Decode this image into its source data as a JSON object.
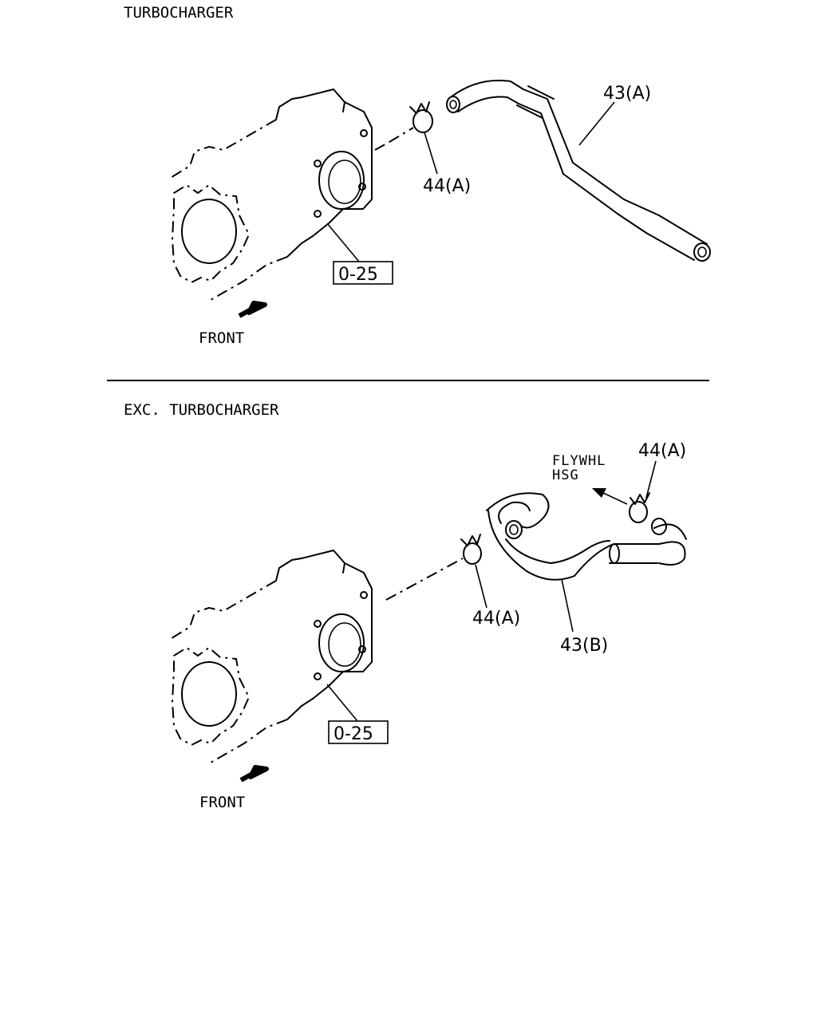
{
  "sections": [
    {
      "title": "TURBOCHARGER",
      "callouts": {
        "hose": "43(A)",
        "clip": "44(A)",
        "ref": "0-25",
        "front": "FRONT"
      }
    },
    {
      "title": "EXC. TURBOCHARGER",
      "callouts": {
        "hose": "43(B)",
        "clip_left": "44(A)",
        "clip_right": "44(A)",
        "ref": "0-25",
        "front": "FRONT",
        "dest_line1": "FLYWHL",
        "dest_line2": "HSG"
      }
    }
  ]
}
